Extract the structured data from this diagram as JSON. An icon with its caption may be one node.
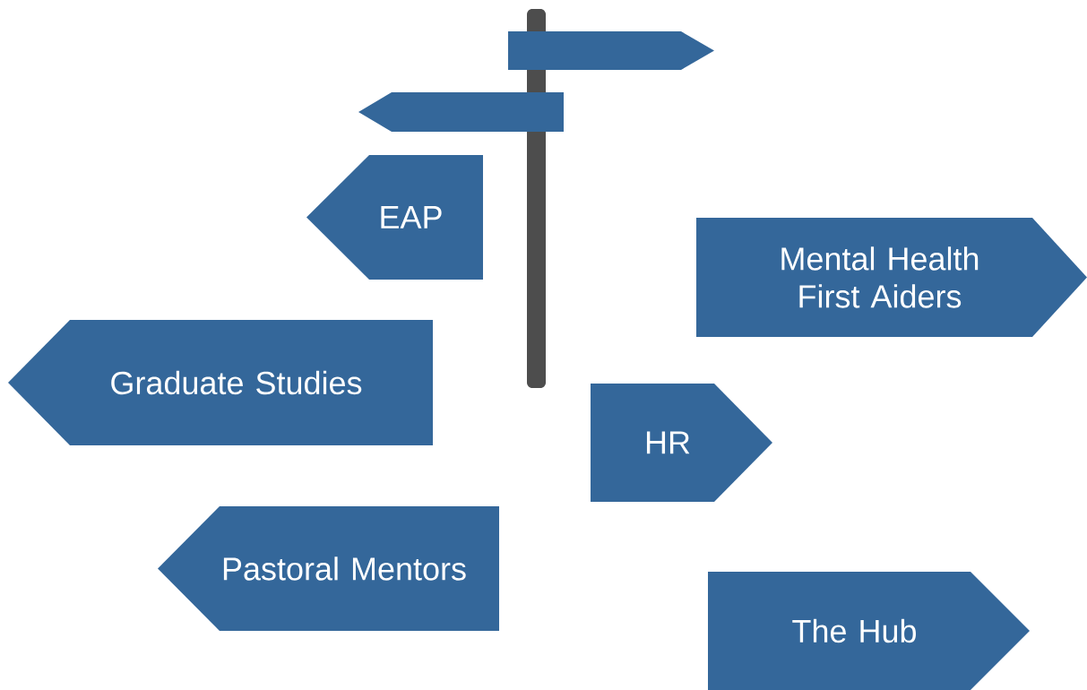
{
  "diagram": {
    "nodes": [
      {
        "text": [],
        "shape": "bar"
      },
      {
        "text": [],
        "shape": "arrow"
      },
      {
        "text": [],
        "shape": "arrow"
      },
      {
        "text": [
          "EAP"
        ]
      },
      {
        "text": [
          "Mental Health First Aiders"
        ]
      },
      {
        "text": [
          "Graduate Studies"
        ]
      },
      {
        "text": [
          "HR"
        ]
      },
      {
        "text": [
          "Pastoral Mentors"
        ]
      },
      {
        "text": [
          "The Hub"
        ]
      }
    ]
  }
}
